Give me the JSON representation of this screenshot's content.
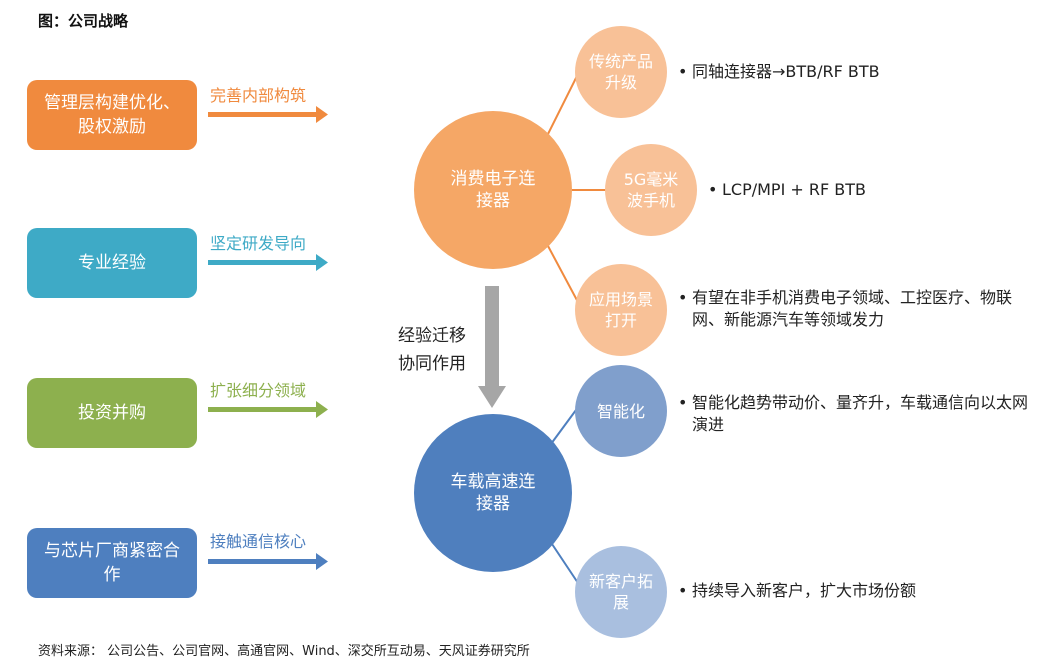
{
  "title": "图：公司战略",
  "colors": {
    "orange": "#F08A3E",
    "teal": "#3EAAC6",
    "green": "#8DB04E",
    "blue": "#4E7FBF",
    "consumer_big": "#F5A766",
    "consumer_small": "#F8C197",
    "auto_big": "#4F7FBE",
    "auto_small1": "#809FCC",
    "auto_small2": "#A9BFDF",
    "gray_arrow": "#A6A6A6"
  },
  "left_pills": [
    {
      "label": "管理层构建优化、股权激励",
      "arrow_label": "完善内部构筑"
    },
    {
      "label": "专业经验",
      "arrow_label": "坚定研发导向"
    },
    {
      "label": "投资并购",
      "arrow_label": "扩张细分领域"
    },
    {
      "label": "与芯片厂商紧密合作",
      "arrow_label": "接触通信核心"
    }
  ],
  "center": {
    "consumer": "消费电子连接器",
    "auto": "车载高速连接器",
    "migration_line1": "经验迁移",
    "migration_line2": "协同作用"
  },
  "branches": [
    {
      "circle": "传统产品升级",
      "bullet": "同轴连接器→BTB/RF BTB"
    },
    {
      "circle": "5G毫米波手机",
      "bullet": "LCP/MPI + RF BTB"
    },
    {
      "circle": "应用场景打开",
      "bullet": "有望在非手机消费电子领域、工控医疗、物联网、新能源汽车等领域发力"
    },
    {
      "circle": "智能化",
      "bullet": "智能化趋势带动价、量齐升，车载通信向以太网演进"
    },
    {
      "circle": "新客户拓展",
      "bullet": "持续导入新客户，扩大市场份额"
    }
  ],
  "source": "资料来源： 公司公告、公司官网、高通官网、Wind、深交所互动易、天风证券研究所"
}
